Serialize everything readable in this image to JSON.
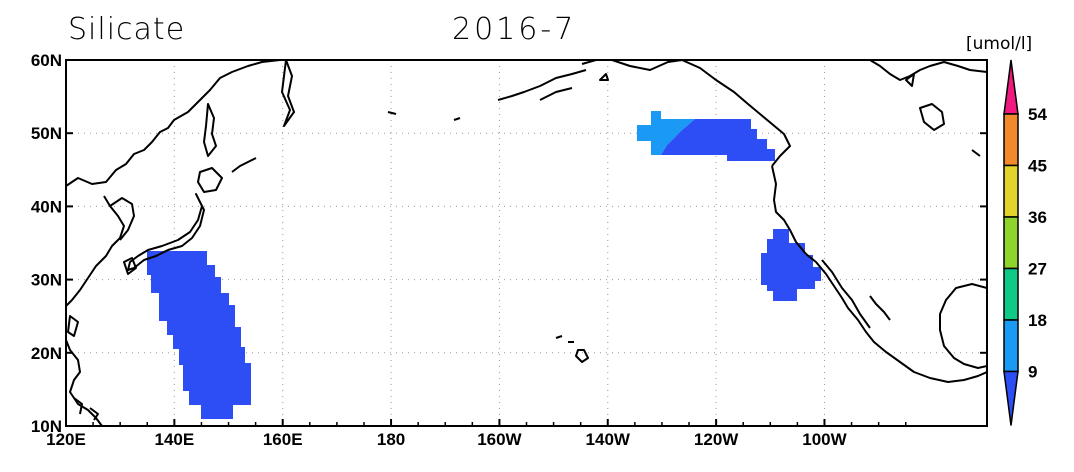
{
  "title": {
    "variable": "Silicate",
    "date": "2016-7"
  },
  "unit": "[umol/l]",
  "map": {
    "lon_range": [
      120,
      290
    ],
    "lat_range": [
      10,
      60
    ],
    "x_ticks": [
      {
        "lon": 120,
        "label": "120E"
      },
      {
        "lon": 140,
        "label": "140E"
      },
      {
        "lon": 160,
        "label": "160E"
      },
      {
        "lon": 180,
        "label": "180"
      },
      {
        "lon": 200,
        "label": "160W"
      },
      {
        "lon": 220,
        "label": "140W"
      },
      {
        "lon": 240,
        "label": "120W"
      },
      {
        "lon": 260,
        "label": "100W"
      }
    ],
    "y_ticks": [
      {
        "lat": 10,
        "label": "10N"
      },
      {
        "lat": 20,
        "label": "20N"
      },
      {
        "lat": 30,
        "label": "30N"
      },
      {
        "lat": 40,
        "label": "40N"
      },
      {
        "lat": 50,
        "label": "50N"
      },
      {
        "lat": 60,
        "label": "60N"
      }
    ],
    "gridlines": "dotted",
    "colors": {
      "coast": "#000000",
      "low": "#2d4df5",
      "mid": "#1a9af5"
    }
  },
  "colorbar": {
    "labels": [
      "9",
      "18",
      "27",
      "36",
      "45",
      "54"
    ],
    "colors": [
      "#2d4df5",
      "#1a9af5",
      "#10c987",
      "#8fd42c",
      "#e2d42c",
      "#f28a2d",
      "#f0197f"
    ]
  }
}
